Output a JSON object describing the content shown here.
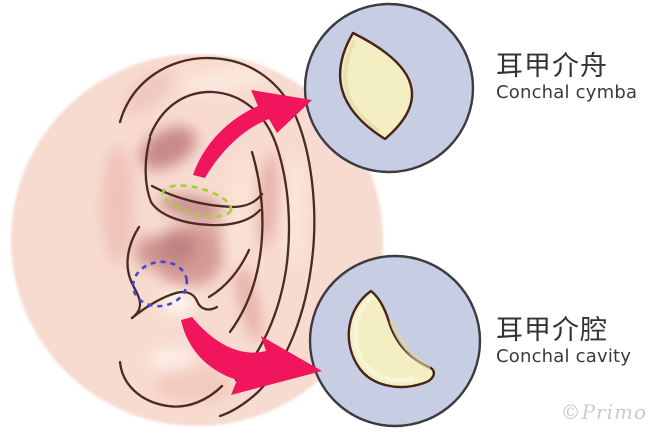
{
  "callouts": {
    "cymba": {
      "label_ja": "耳甲介舟",
      "label_en": "Conchal cymba"
    },
    "cavity": {
      "label_ja": "耳甲介腔",
      "label_en": "Conchal cavity"
    }
  },
  "watermark": "©Primo",
  "colors": {
    "skin": "#f8dbd0",
    "callout_fill": "#c7cde2",
    "callout_border": "#3c3c40",
    "cartilage_fill": "#f3efc3",
    "cartilage_border": "#47231b",
    "arrow": "#f0155c",
    "cymba_outline": "#a6cf3d",
    "cavity_outline": "#4545d6",
    "ear_line": "#4a2a22",
    "label_text": "#333333",
    "watermark_text": "#cbcbcb"
  }
}
